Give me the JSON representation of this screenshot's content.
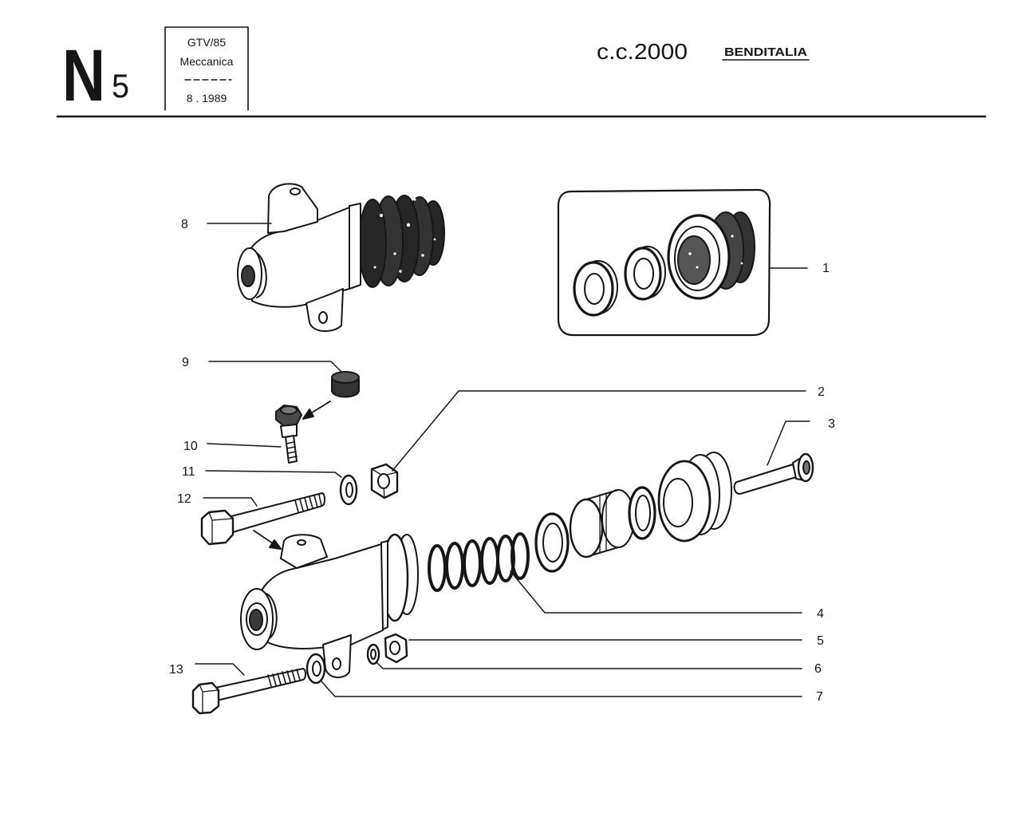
{
  "header": {
    "section_letter": "N",
    "section_number": "5"
  },
  "info_box": {
    "model": "GTV/85",
    "group": "Meccanica",
    "date": "8 . 1989"
  },
  "engine": "c.c.2000",
  "supplier": "BENDITALIA",
  "callouts": [
    "1",
    "2",
    "3",
    "4",
    "5",
    "6",
    "7",
    "8",
    "9",
    "10",
    "11",
    "12",
    "13"
  ],
  "colors": {
    "ink": "#161616",
    "paper": "#ffffff"
  }
}
